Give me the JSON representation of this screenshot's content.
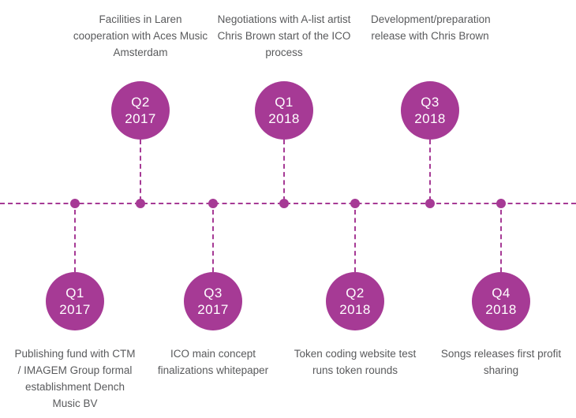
{
  "timeline": {
    "accent_color": "#a63a95",
    "text_color": "#595a5c",
    "milestones": [
      {
        "quarter": "Q1",
        "year": "2017",
        "side": "below",
        "description": "Publishing fund with CTM / IMAGEM Group formal establishment Dench Music BV"
      },
      {
        "quarter": "Q2",
        "year": "2017",
        "side": "above",
        "description": "Facilities in Laren cooperation with Aces Music Amsterdam"
      },
      {
        "quarter": "Q3",
        "year": "2017",
        "side": "below",
        "description": "ICO main concept finalizations whitepaper"
      },
      {
        "quarter": "Q1",
        "year": "2018",
        "side": "above",
        "description": "Negotiations with A-list artist Chris Brown start of the ICO process"
      },
      {
        "quarter": "Q2",
        "year": "2018",
        "side": "below",
        "description": "Token coding website test runs token rounds"
      },
      {
        "quarter": "Q3",
        "year": "2018",
        "side": "above",
        "description": "Development/preparation release with Chris Brown"
      },
      {
        "quarter": "Q4",
        "year": "2018",
        "side": "below",
        "description": "Songs releases first profit sharing"
      }
    ]
  }
}
